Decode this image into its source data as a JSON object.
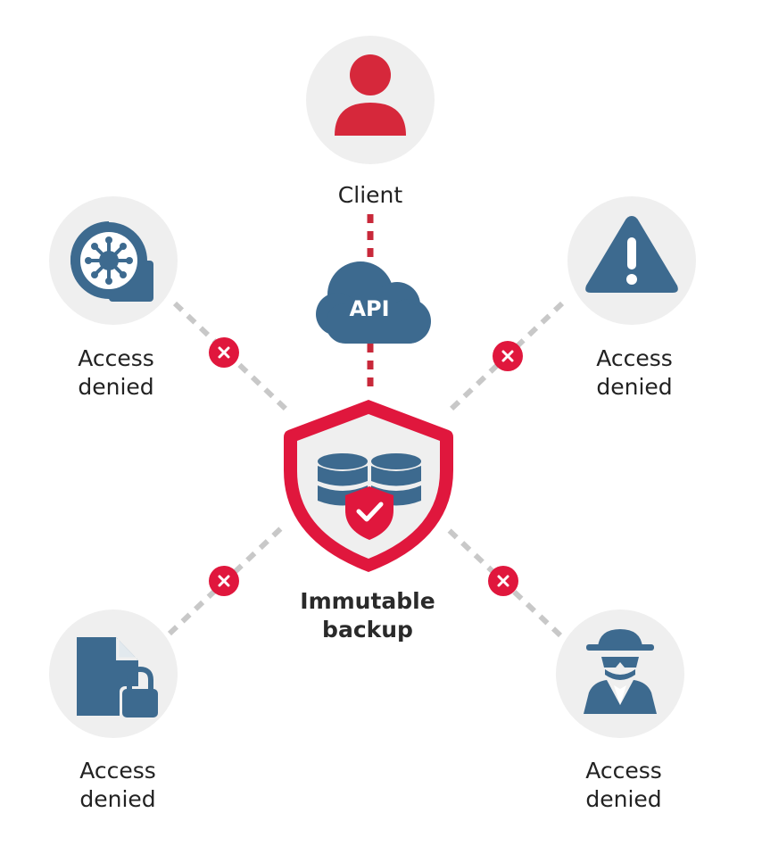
{
  "colors": {
    "red": "#e0173d",
    "blue": "#3d6a8f",
    "light_gray_circle": "#efefef",
    "dotted_gray": "#c8c8c8",
    "text": "#222222"
  },
  "client": {
    "label": "Client",
    "icon": "user-icon"
  },
  "api": {
    "label": "API",
    "icon": "cloud-icon"
  },
  "center": {
    "line1": "Immutable",
    "line2": "backup",
    "icon": "shield-database-check-icon"
  },
  "threats": [
    {
      "line1": "Access",
      "line2": "denied",
      "icon": "virus-icon",
      "blocked_icon": "x-icon"
    },
    {
      "line1": "Access",
      "line2": "denied",
      "icon": "warning-icon",
      "blocked_icon": "x-icon"
    },
    {
      "line1": "Access",
      "line2": "denied",
      "icon": "locked-file-icon",
      "blocked_icon": "x-icon"
    },
    {
      "line1": "Access",
      "line2": "denied",
      "icon": "spy-icon",
      "blocked_icon": "x-icon"
    }
  ]
}
